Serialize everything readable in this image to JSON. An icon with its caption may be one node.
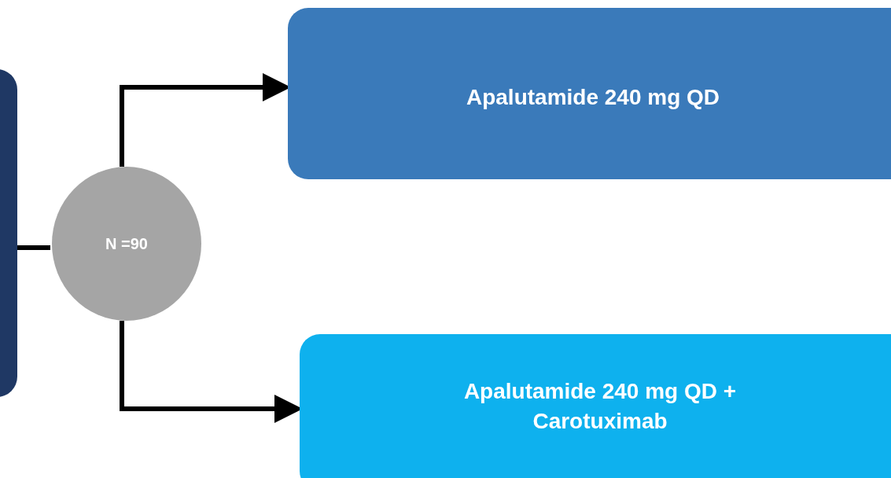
{
  "diagram": {
    "nodes": [
      {
        "text": [],
        "shape": "box"
      },
      {
        "text": [
          "N =90"
        ]
      },
      {
        "text": [
          "Apalutamide 240 mg QD"
        ]
      },
      {
        "text": [
          "Apalutamide 240 mg QD + Carotuximab"
        ]
      }
    ],
    "edges": [
      {
        "from": 0,
        "to": 1,
        "arrow": "none"
      },
      {
        "from": 1,
        "to": 2,
        "arrow": "to"
      },
      {
        "from": 1,
        "to": 3,
        "arrow": "to"
      }
    ]
  }
}
